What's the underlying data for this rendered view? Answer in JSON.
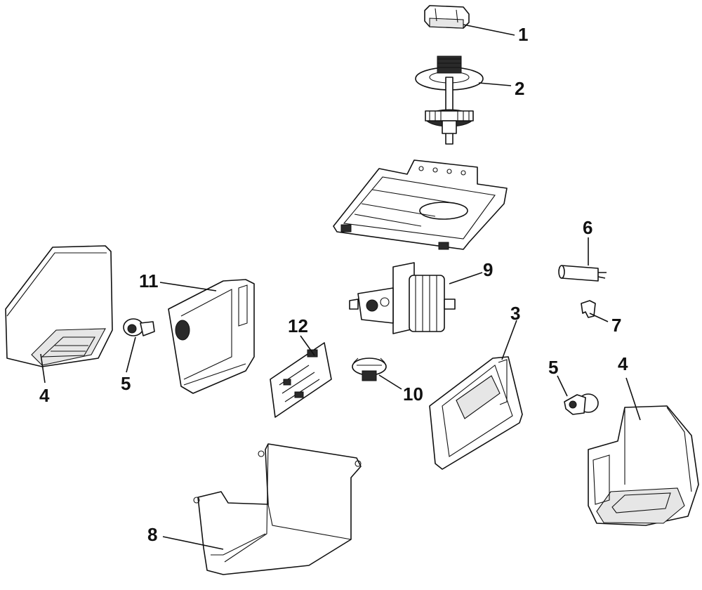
{
  "callouts": {
    "c1": "1",
    "c2": "2",
    "c3": "3",
    "c4_left": "4",
    "c4_right": "4",
    "c5_left": "5",
    "c5_right": "5",
    "c6": "6",
    "c7": "7",
    "c8": "8",
    "c9": "9",
    "c10": "10",
    "c11": "11",
    "c12": "12"
  }
}
